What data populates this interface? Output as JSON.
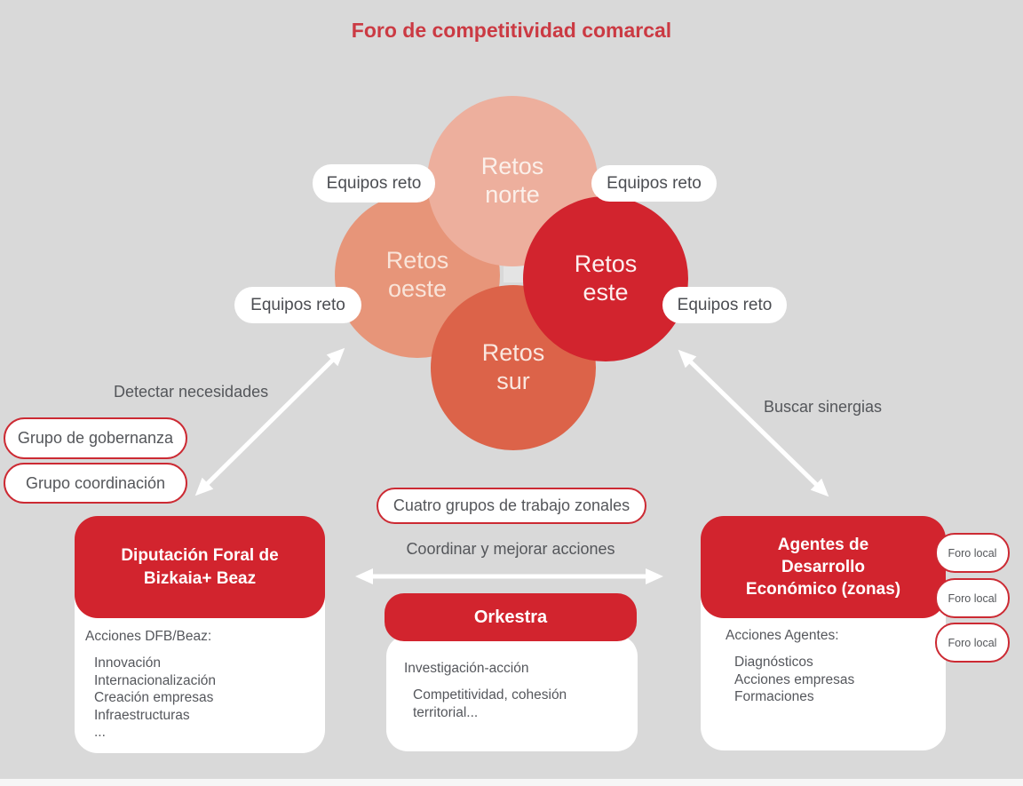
{
  "title": "Foro de competitividad comarcal",
  "circles": {
    "norte": "Retos\nnorte",
    "oeste": "Retos\noeste",
    "este": "Retos\neste",
    "sur": "Retos\nsur"
  },
  "pills": {
    "equipos_reto": "Equipos reto",
    "grupo_gobernanza": "Grupo de gobernanza",
    "grupo_coordinacion": "Grupo coordinación",
    "cuatro_grupos": "Cuatro grupos de trabajo zonales",
    "foro_local": "Foro local"
  },
  "annotations": {
    "detectar": "Detectar necesidades",
    "buscar": "Buscar sinergias",
    "coordinar": "Coordinar y mejorar acciones"
  },
  "cards": {
    "left": {
      "title": "Diputación Foral de Bizkaia+ Beaz",
      "subtitle": "Acciones DFB/Beaz:",
      "items": [
        "Innovación",
        "Internacionalización",
        "Creación empresas",
        "Infraestructuras",
        "..."
      ]
    },
    "center": {
      "title": "Orkestra",
      "subtitle": "Investigación-acción",
      "items": [
        "Competitividad, cohesión territorial..."
      ]
    },
    "right": {
      "title": "Agentes de Desarrollo Económico (zonas)",
      "subtitle": "Acciones Agentes:",
      "items": [
        "Diagnósticos",
        "Acciones empresas",
        "Formaciones"
      ]
    }
  },
  "colors": {
    "background": "#D9D9D9",
    "title_red": "#CB3A43",
    "card_red": "#D2242E",
    "circle_norte": "#EDAF9D",
    "circle_oeste": "#E79579",
    "circle_este": "#D2242E",
    "circle_sur": "#DC6349",
    "pill_border_red": "#CC2A33",
    "text_dark": "#54565A",
    "arrow": "#FFFFFF"
  }
}
